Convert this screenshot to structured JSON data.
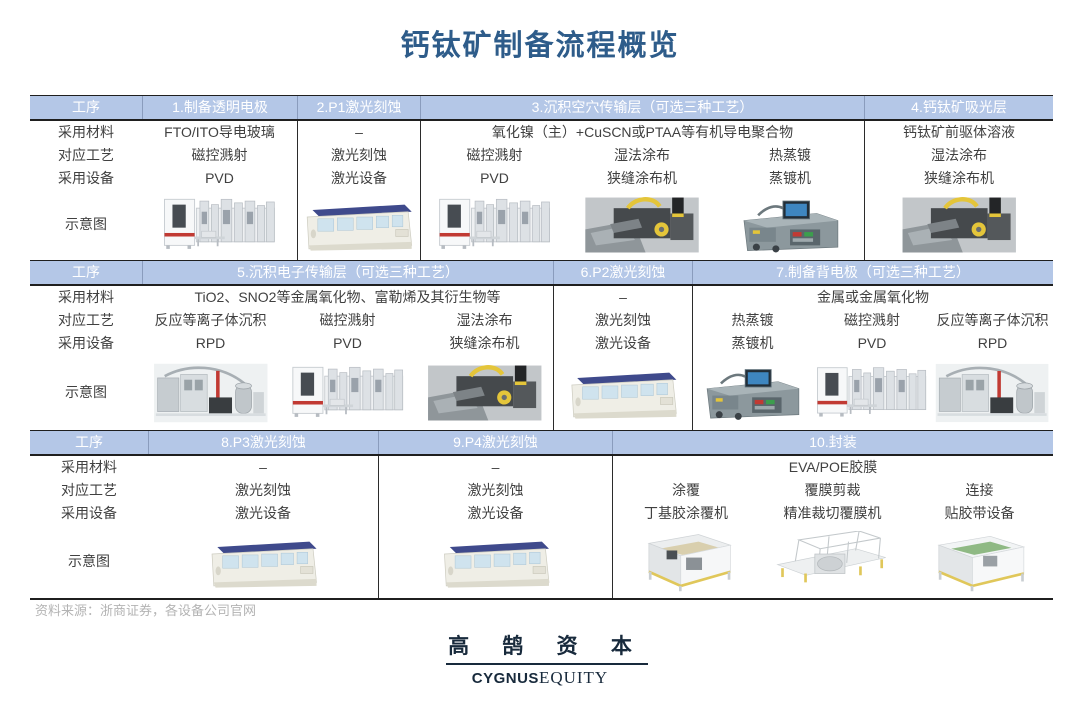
{
  "title": "钙钛矿制备流程概览",
  "row_labels": {
    "process": "工序",
    "material": "采用材料",
    "craft": "对应工艺",
    "equipment": "采用设备",
    "schematic": "示意图"
  },
  "sections": [
    {
      "headers": [
        "1.制备透明电极",
        "2.P1激光刻蚀",
        "3.沉积空穴传输层（可选三种工艺）",
        "4.钙钛矿吸光层"
      ],
      "materials": [
        "FTO/ITO导电玻璃",
        "–",
        "氧化镍（主）+CuSCN或PTAA等有机导电聚合物",
        "钙钛矿前驱体溶液"
      ],
      "crafts": [
        "磁控溅射",
        "激光刻蚀",
        "磁控溅射",
        "湿法涂布",
        "热蒸镀",
        "湿法涂布"
      ],
      "equipments": [
        "PVD",
        "激光设备",
        "PVD",
        "狭缝涂布机",
        "蒸镀机",
        "狭缝涂布机"
      ],
      "machines": [
        {
          "name": "pvd-sputtering-line",
          "href": "#m-pvd"
        },
        {
          "name": "laser-etching-machine",
          "href": "#m-laser"
        },
        {
          "name": "pvd-sputtering-line",
          "href": "#m-pvd"
        },
        {
          "name": "slot-die-coater",
          "href": "#m-slotdie"
        },
        {
          "name": "thermal-evaporator",
          "href": "#m-evap"
        },
        {
          "name": "slot-die-coater",
          "href": "#m-slotdie"
        }
      ]
    },
    {
      "headers": [
        "5.沉积电子传输层（可选三种工艺）",
        "6.P2激光刻蚀",
        "7.制备背电极（可选三种工艺）"
      ],
      "materials": [
        "TiO2、SNO2等金属氧化物、富勒烯及其衍生物等",
        "–",
        "金属或金属氧化物"
      ],
      "crafts": [
        "反应等离子体沉积",
        "磁控溅射",
        "湿法涂布",
        "激光刻蚀",
        "热蒸镀",
        "磁控溅射",
        "反应等离子体沉积"
      ],
      "equipments": [
        "RPD",
        "PVD",
        "狭缝涂布机",
        "激光设备",
        "蒸镀机",
        "PVD",
        "RPD"
      ],
      "machines": [
        {
          "name": "rpd-deposition-system",
          "href": "#m-rpd"
        },
        {
          "name": "pvd-sputtering-line",
          "href": "#m-pvd"
        },
        {
          "name": "slot-die-coater",
          "href": "#m-slotdie"
        },
        {
          "name": "laser-etching-machine",
          "href": "#m-laser"
        },
        {
          "name": "thermal-evaporator",
          "href": "#m-evap"
        },
        {
          "name": "pvd-sputtering-line",
          "href": "#m-pvd"
        },
        {
          "name": "rpd-deposition-system",
          "href": "#m-rpd"
        }
      ]
    },
    {
      "headers": [
        "8.P3激光刻蚀",
        "9.P4激光刻蚀",
        "10.封装"
      ],
      "materials": [
        "–",
        "–",
        "EVA/POE胶膜"
      ],
      "crafts": [
        "激光刻蚀",
        "激光刻蚀",
        "涂覆",
        "覆膜剪裁",
        "连接"
      ],
      "equipments": [
        "激光设备",
        "激光设备",
        "丁基胶涂覆机",
        "精准裁切覆膜机",
        "贴胶带设备"
      ],
      "machines": [
        {
          "name": "laser-etching-machine",
          "href": "#m-laser"
        },
        {
          "name": "laser-etching-machine",
          "href": "#m-laser"
        },
        {
          "name": "butyl-glue-coater",
          "href": "#m-coater3d"
        },
        {
          "name": "precision-film-cutter",
          "href": "#m-cutter3d"
        },
        {
          "name": "taping-equipment",
          "href": "#m-taper3d"
        }
      ]
    }
  ],
  "footer": {
    "source": "资料来源：浙商证券，各设备公司官网"
  },
  "logo": {
    "cn": "高 鹄 资 本",
    "en_bold": "CYGNUS",
    "en_serif": "EQUITY"
  },
  "colors": {
    "header_bg": "#b4c7e7",
    "header_text": "#ffffff",
    "title_text": "#2e5c8a",
    "body_text": "#404040",
    "table_line": "#1f1f1f",
    "source_text": "#b3b3b3",
    "logo_navy": "#182a3c"
  }
}
